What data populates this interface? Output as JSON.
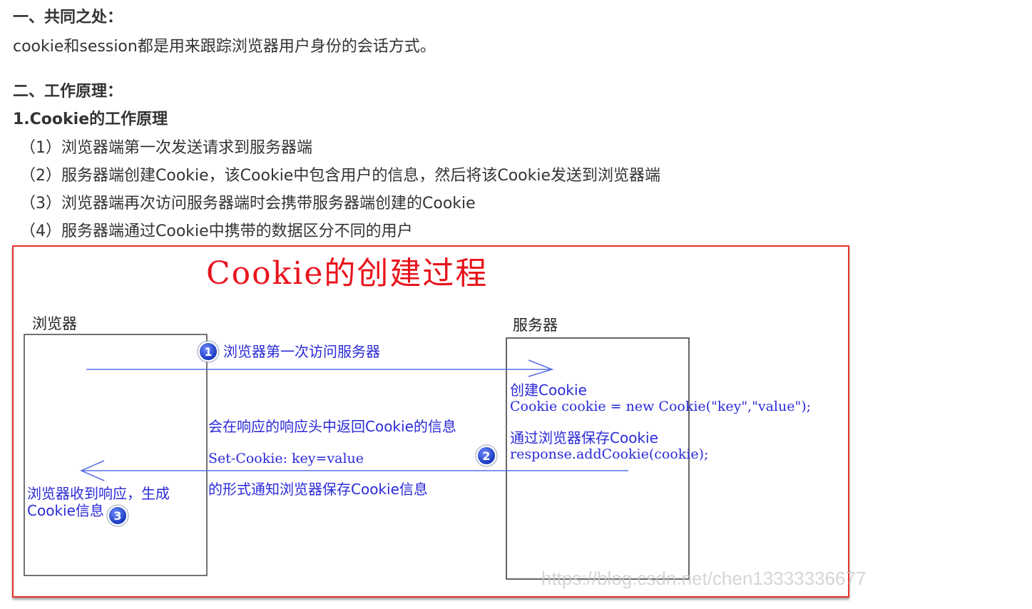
{
  "section1": {
    "heading": "一、共同之处：",
    "text": "cookie和session都是用来跟踪浏览器用户身份的会话方式。"
  },
  "section2": {
    "heading": "二、工作原理：",
    "subheading": "1.Cookie的工作原理",
    "items": [
      "（1）浏览器端第一次发送请求到服务器端",
      "（2）服务器端创建Cookie，该Cookie中包含用户的信息，然后将该Cookie发送到浏览器端",
      "（3）浏览器端再次访问服务器端时会携带服务器端创建的Cookie",
      "（4）服务器端通过Cookie中携带的数据区分不同的用户"
    ]
  },
  "figure": {
    "title": "Cookie的创建过程",
    "browser_label": "浏览器",
    "server_label": "服务器",
    "step1_num": "1",
    "step1_text": "浏览器第一次访问服务器",
    "server_create": "创建Cookie",
    "server_code1": "Cookie cookie = new Cookie(\"key\",\"value\");",
    "server_save": "通过浏览器保存Cookie",
    "server_code2": "response.addCookie(cookie);",
    "resp_line1": "会在响应的响应头中返回Cookie的信息",
    "resp_line2": "Set-Cookie: key=value",
    "resp_line3": "的形式通知浏览器保存Cookie信息",
    "step2_num": "2",
    "browser_recv1": "浏览器收到响应，生成",
    "browser_recv2": "Cookie信息",
    "step3_num": "3",
    "watermark": "https://blog.csdn.net/chen13333336677",
    "colors": {
      "border": "#e5332a",
      "title": "#e8141c",
      "blue": "#2a2ad8",
      "arrow": "#5a6ee8",
      "badge": "#1b3fd6"
    }
  }
}
